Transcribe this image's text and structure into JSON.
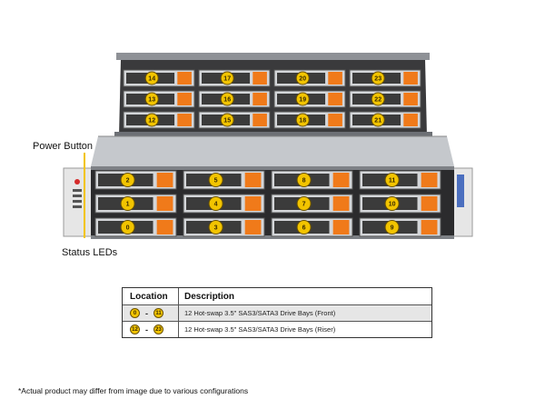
{
  "callouts": {
    "power_button": "Power Button",
    "status_leds": "Status LEDs"
  },
  "front_bays": [
    {
      "label": "2"
    },
    {
      "label": "5"
    },
    {
      "label": "8"
    },
    {
      "label": "11"
    },
    {
      "label": "1"
    },
    {
      "label": "4"
    },
    {
      "label": "7"
    },
    {
      "label": "10"
    },
    {
      "label": "0"
    },
    {
      "label": "3"
    },
    {
      "label": "6"
    },
    {
      "label": "9"
    }
  ],
  "riser_bays": [
    {
      "label": "14"
    },
    {
      "label": "17"
    },
    {
      "label": "20"
    },
    {
      "label": "23"
    },
    {
      "label": "13"
    },
    {
      "label": "16"
    },
    {
      "label": "19"
    },
    {
      "label": "22"
    },
    {
      "label": "12"
    },
    {
      "label": "15"
    },
    {
      "label": "18"
    },
    {
      "label": "21"
    }
  ],
  "table": {
    "headers": {
      "location": "Location",
      "description": "Description"
    },
    "rows": [
      {
        "from": "0",
        "to": "11",
        "sep": "-",
        "desc": "12 Hot-swap  3.5\" SAS3/SATA3 Drive  Bays (Front)"
      },
      {
        "from": "12",
        "to": "23",
        "sep": "-",
        "desc": "12 Hot-swap  3.5\" SAS3/SATA3 Drive  Bays (Riser)"
      }
    ]
  },
  "footnote": "*Actual product may differ from image due to various configurations",
  "colors": {
    "tray_accent": "#f07a1a",
    "badge": "#f2c400",
    "chassis": "#b9bcc0",
    "bay_dark": "#2a2a2a"
  }
}
